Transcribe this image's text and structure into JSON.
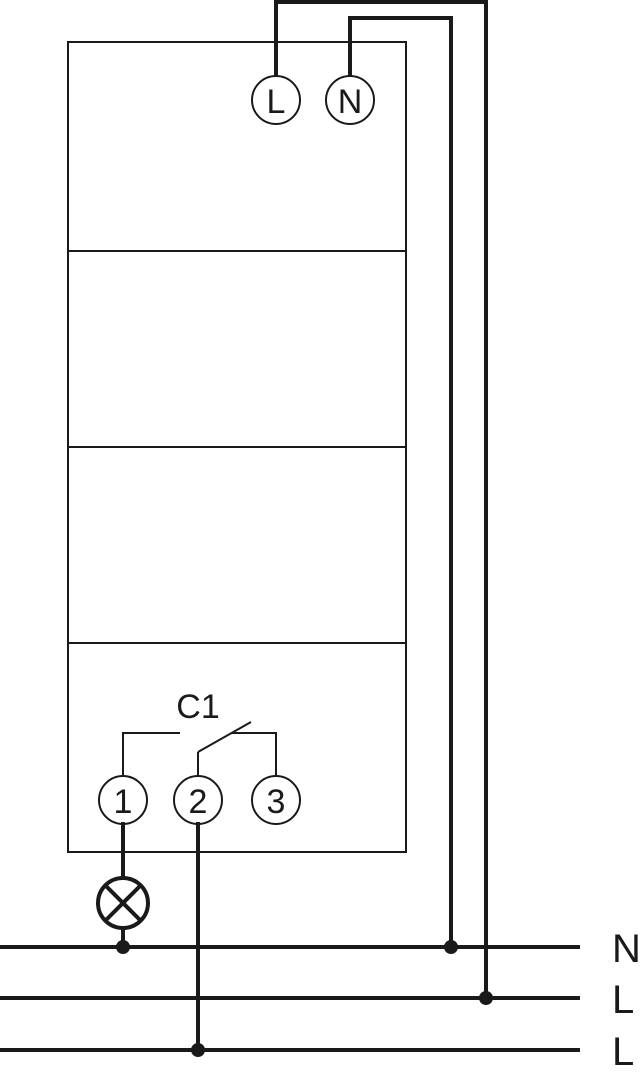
{
  "terminals": {
    "supply_l": "L",
    "supply_n": "N",
    "t1": "1",
    "t2": "2",
    "t3": "3"
  },
  "contact_label": "C1",
  "rails": {
    "top": "N",
    "middle": "L",
    "bottom": "L"
  },
  "colors": {
    "line": "#1a1a1a",
    "background": "#ffffff"
  },
  "icons": {
    "load": "lamp-icon",
    "contact": "changeover-contact-icon"
  }
}
